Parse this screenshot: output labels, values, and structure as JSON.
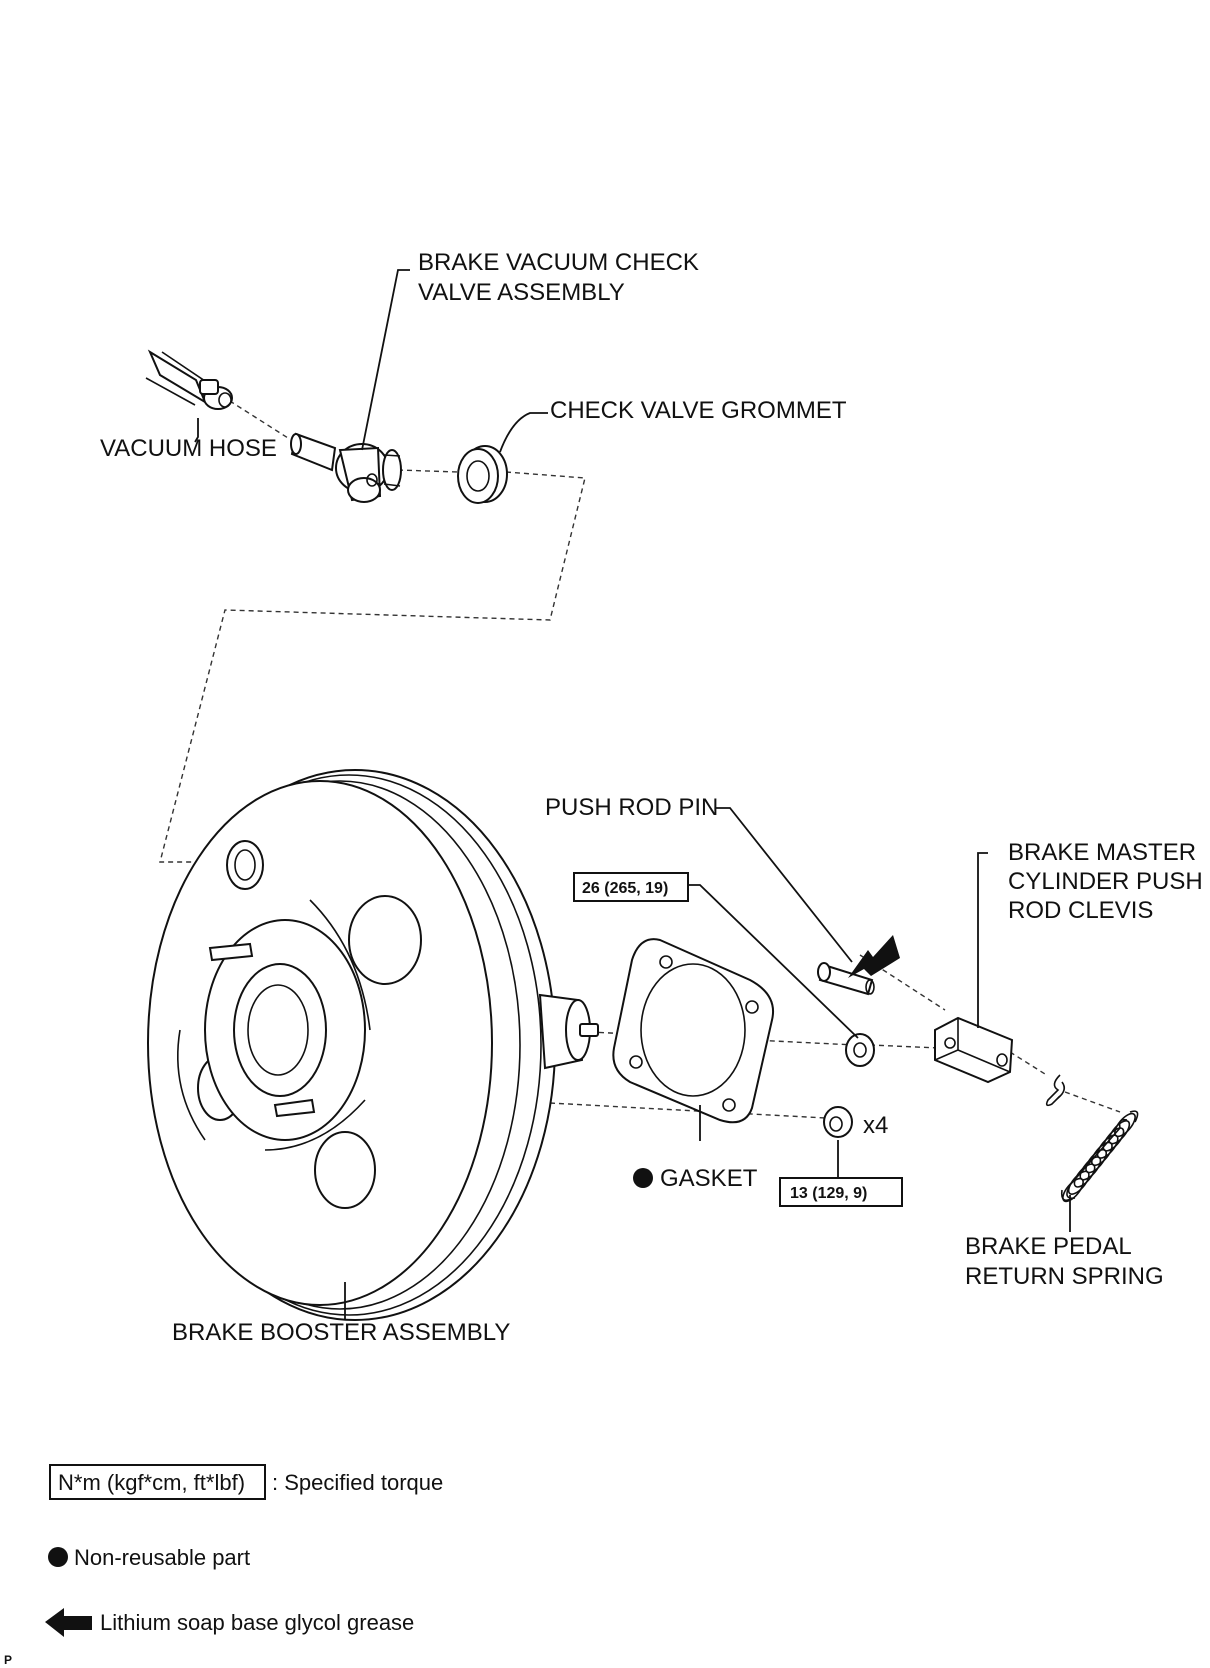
{
  "labels": {
    "check_valve_assembly": [
      "BRAKE VACUUM CHECK",
      "VALVE ASSEMBLY"
    ],
    "vacuum_hose": "VACUUM HOSE",
    "check_valve_grommet": "CHECK VALVE GROMMET",
    "push_rod_pin": "PUSH ROD PIN",
    "master_cylinder_clevis": [
      "BRAKE MASTER",
      "CYLINDER PUSH",
      "ROD CLEVIS"
    ],
    "gasket": "GASKET",
    "quantity": "x4",
    "return_spring": [
      "BRAKE PEDAL",
      "RETURN SPRING"
    ],
    "booster_assembly": "BRAKE BOOSTER ASSEMBLY"
  },
  "torque_specs": {
    "clevis_nut": "26 (265, 19)",
    "booster_nut": "13 (129, 9)"
  },
  "legend": {
    "torque_box": "N*m (kgf*cm, ft*lbf)",
    "torque_text": ": Specified torque",
    "non_reusable": "Non-reusable part",
    "grease": "Lithium soap base glycol grease"
  },
  "footer_mark": "P"
}
